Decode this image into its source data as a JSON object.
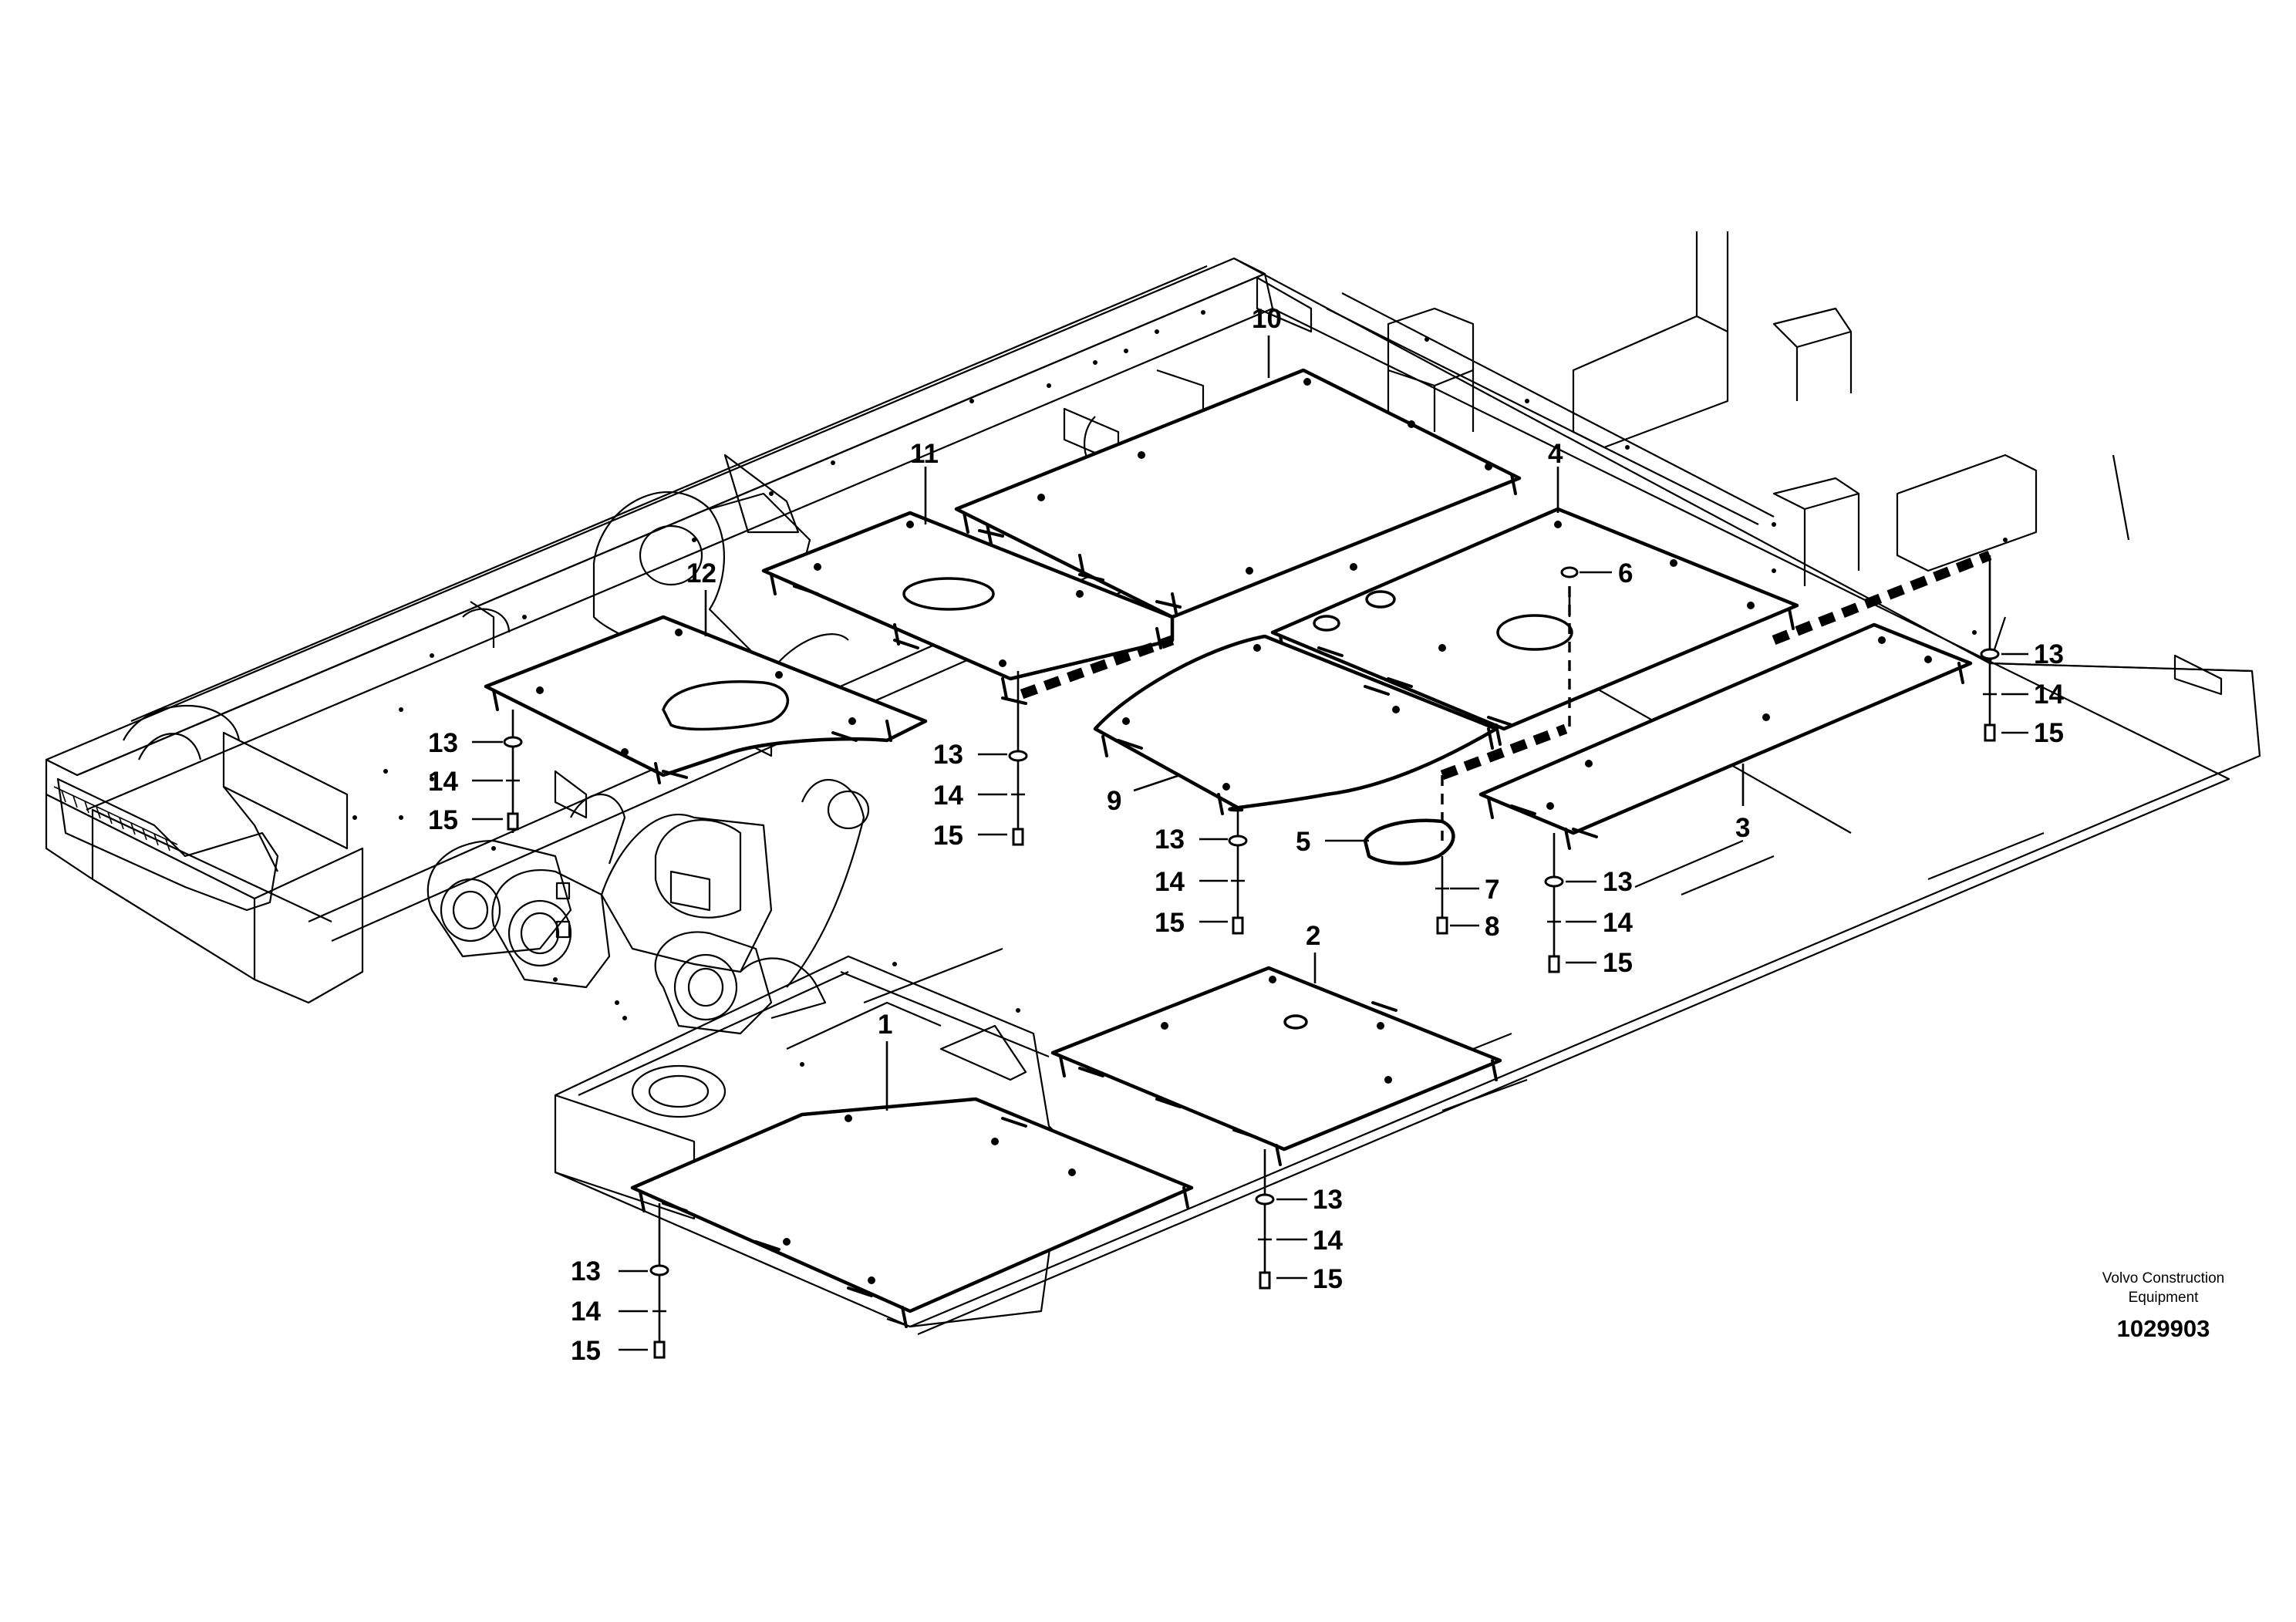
{
  "callouts": {
    "c1": "1",
    "c2": "2",
    "c3": "3",
    "c4": "4",
    "c5": "5",
    "c6": "6",
    "c7": "7",
    "c8": "8",
    "c9": "9",
    "c10": "10",
    "c11": "11",
    "c12": "12",
    "c13": "13",
    "c14": "14",
    "c15": "15"
  },
  "brand_line1": "Volvo Construction",
  "brand_line2": "Equipment",
  "doc_number": "1029903"
}
